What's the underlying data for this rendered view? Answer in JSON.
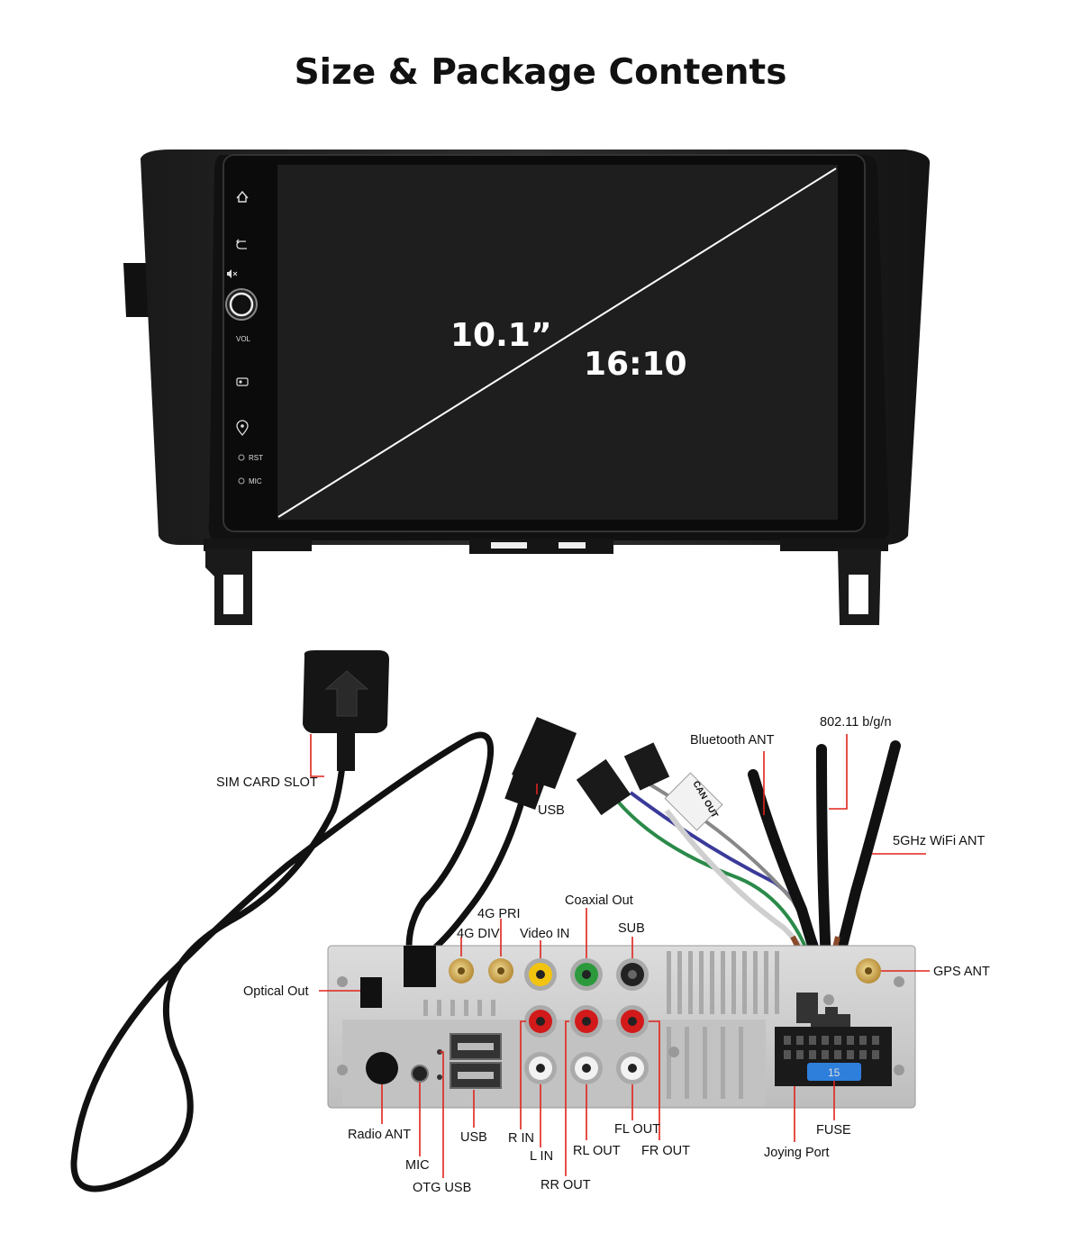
{
  "title": "Size & Package Contents",
  "screen": {
    "size": "10.1”",
    "aspect": "16:10",
    "side_buttons": [
      "home-icon",
      "back-icon",
      "mute-icon",
      "volume-knob",
      "radio-icon",
      "gps-icon"
    ],
    "rst_label": "RST",
    "mic_label": "MIC",
    "vol_label": "VOL"
  },
  "cable_labels": {
    "sim_card_slot": "SIM CARD SLOT",
    "usb_cable": "USB",
    "bluetooth_ant": "Bluetooth ANT",
    "wifi_b": "802.11 b/g/n",
    "wifi_5g": "5GHz WiFi ANT",
    "can_out": "CAN OUT"
  },
  "port_labels": {
    "optical_out": "Optical Out",
    "g4_div": "4G DIV",
    "g4_pri": "4G PRI",
    "video_in": "Video IN",
    "coaxial_out": "Coaxial Out",
    "sub": "SUB",
    "gps_ant": "GPS ANT",
    "radio_ant": "Radio ANT",
    "mic": "MIC",
    "otg_usb": "OTG USB",
    "usb": "USB",
    "r_in": "R IN",
    "l_in": "L IN",
    "rr_out": "RR OUT",
    "rl_out": "RL OUT",
    "fl_out": "FL OUT",
    "fr_out": "FR OUT",
    "joying_port": "Joying Port",
    "fuse": "FUSE",
    "fuse_value": "15"
  },
  "colors": {
    "callout_line": "#e0231b",
    "bezel": "#0d0d0d",
    "screen": "#1f1f1f",
    "chassis": "#c9c9c9",
    "gold": "#d4a94a",
    "rca_yellow": "#f2c40f",
    "rca_green": "#2c9a3c",
    "rca_red": "#d21a1a",
    "rca_white": "#f2f2f2",
    "fuse": "#2e7fdc"
  }
}
